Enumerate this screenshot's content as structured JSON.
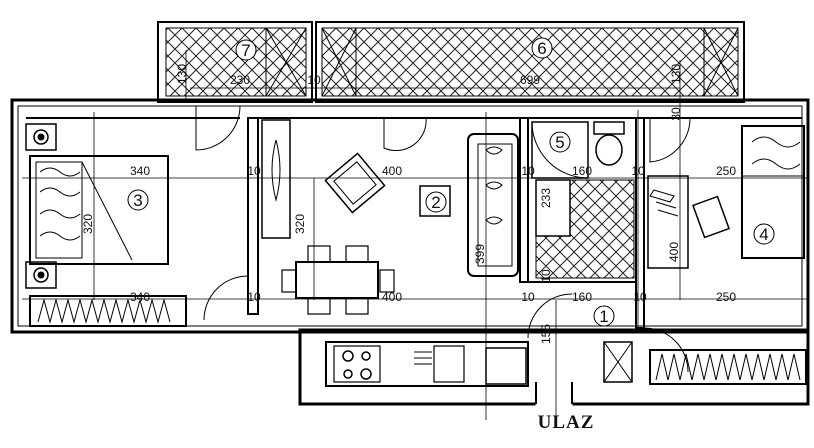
{
  "plan": {
    "entrance_label": "ULAZ",
    "room_numbers": [
      "7",
      "6",
      "3",
      "2",
      "4",
      "1",
      "5"
    ],
    "dimensions": {
      "loggia7_height": "130",
      "loggia7_width": "230",
      "loggia_divider": "10",
      "loggia6_width": "699",
      "loggia6_height": "130",
      "wall_30": "30",
      "bedroom3_top_width": "340",
      "bedroom3_height": "320",
      "bedroom3_bottom_width": "340",
      "living_left_10": "10",
      "living_top_width": "400",
      "living_height_320": "320",
      "living_height_399": "399",
      "living_bottom_width": "400",
      "living_bottom_left_10": "10",
      "bath_left_10": "10",
      "bath_width": "160",
      "bath_right_10": "10",
      "bath_height": "233",
      "bath_wall_10": "10",
      "hall_left_10": "10",
      "hall_width": "160",
      "hall_right_10": "10",
      "hall_height": "155",
      "bedroom4_top_width": "250",
      "bedroom4_height": "400",
      "bedroom4_bottom_width": "250"
    }
  }
}
